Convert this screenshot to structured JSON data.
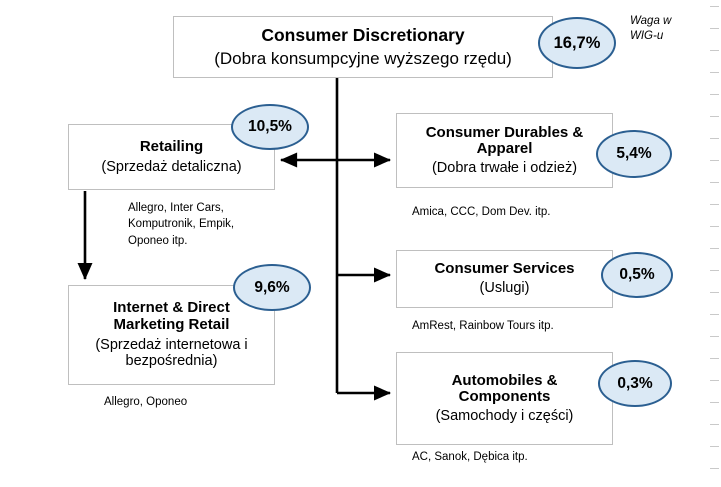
{
  "diagram": {
    "legend": {
      "label": "Waga w\nWIG-u"
    },
    "nodes": {
      "top": {
        "title": "Consumer Discretionary",
        "subtitle": "(Dobra konsumpcyjne wyższego rzędu)",
        "weight": "16,7%"
      },
      "retailing": {
        "title": "Retailing",
        "subtitle": "(Sprzedaż detaliczna)",
        "weight": "10,5%",
        "companies": "Allegro, Inter Cars,\nKomputronik, Empik,\nOponeo itp."
      },
      "internet_direct_marketing_retail": {
        "title": "Internet & Direct\nMarketing Retail",
        "subtitle": "(Sprzedaż internetowa i\nbezpośrednia)",
        "weight": "9,6%",
        "companies": "Allegro, Oponeo"
      },
      "consumer_durables_apparel": {
        "title": "Consumer Durables &\nApparel",
        "subtitle": "(Dobra trwałe i odzież)",
        "weight": "5,4%",
        "companies": "Amica, CCC, Dom Dev. itp."
      },
      "consumer_services": {
        "title": "Consumer Services",
        "subtitle": "(Uslugi)",
        "weight": "0,5%",
        "companies": "AmRest, Rainbow Tours itp."
      },
      "automobiles_components": {
        "title": "Automobiles &\nComponents",
        "subtitle": "(Samochody i części)",
        "weight": "0,3%",
        "companies": "AC, Sanok, Dębica itp."
      }
    },
    "colors": {
      "badge_fill": "#dbe9f5",
      "badge_border": "#2b5f91",
      "box_border": "#bfbfbf",
      "connector": "#000000",
      "background": "#ffffff"
    }
  }
}
